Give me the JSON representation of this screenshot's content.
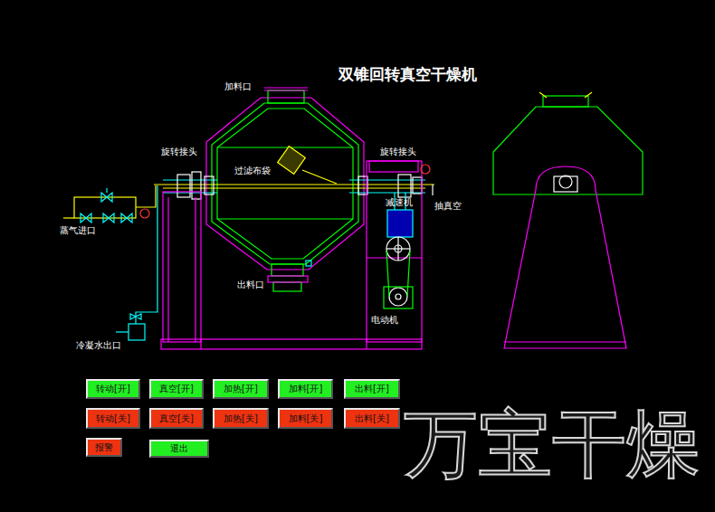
{
  "diagram": {
    "title": "双锥回转真空干燥机",
    "nodes": [
      {
        "text": [
          "转动[开]"
        ]
      },
      {
        "text": [
          "真空[开]"
        ]
      },
      {
        "text": [
          "加热[开]"
        ]
      },
      {
        "text": [
          "加料[开]"
        ]
      },
      {
        "text": [
          "出料[开]"
        ]
      },
      {
        "text": [
          "转动[关]"
        ]
      },
      {
        "text": [
          "真空[关]"
        ]
      },
      {
        "text": [
          "加热[关]"
        ]
      },
      {
        "text": [
          "加料[关]"
        ]
      },
      {
        "text": [
          "出料[关]"
        ]
      },
      {
        "text": [
          "报警"
        ]
      },
      {
        "text": [
          "退出"
        ]
      }
    ],
    "edges": [],
    "labels": [
      "加料口",
      "旋转接头",
      "过滤布袋",
      "旋转接头",
      "蒸气进口",
      "抽真空",
      "减速机",
      "出料口",
      "电动机",
      "冷凝水出口",
      "万宝干燥"
    ]
  }
}
